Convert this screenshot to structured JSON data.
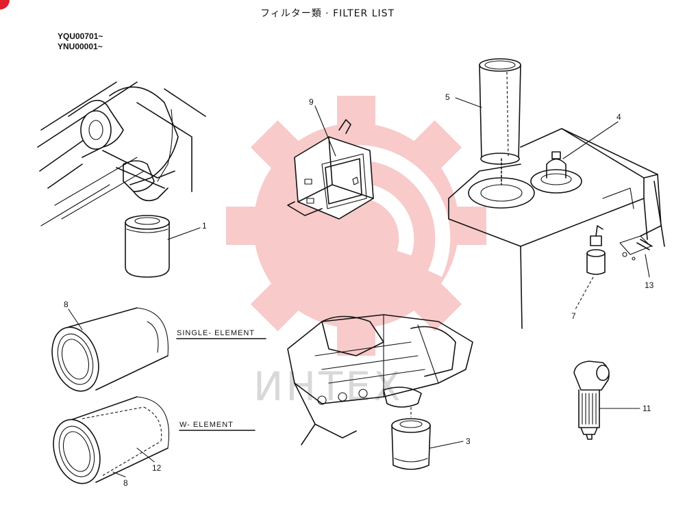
{
  "title": "フィルター類 · FILTER LIST",
  "serials": [
    "YQU00701~",
    "YNU00001~"
  ],
  "captions": {
    "single": "SINGLE- ELEMENT",
    "double": "W- ELEMENT"
  },
  "callouts": {
    "c1": "1",
    "c3": "3",
    "c4": "4",
    "c5": "5",
    "c7": "7",
    "c8a": "8",
    "c8b": "8",
    "c9": "9",
    "c11": "11",
    "c12": "12",
    "c13": "13"
  },
  "watermark": {
    "text": "ИНТЕХ",
    "color": "#f4a0a0"
  },
  "colors": {
    "ink": "#111111",
    "badge": "#e0202a"
  }
}
